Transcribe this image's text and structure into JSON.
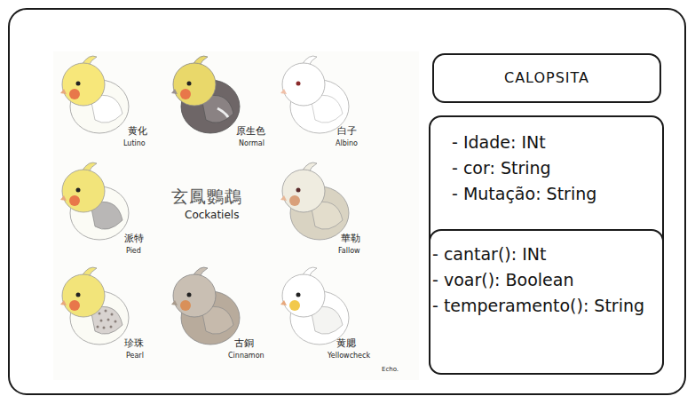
{
  "diagram": {
    "nodes": [
      {
        "text": [
          "CALOPSITA"
        ]
      },
      {
        "text": [
          "- Idade: INt",
          "- cor: String",
          "- Mutação: String"
        ]
      },
      {
        "text": [
          "- cantar(): INt",
          "- voar(): Boolean",
          "- temperamento(): String"
        ],
        "in": 1
      }
    ],
    "labels": [
      "黄化",
      "Lutino",
      "原生色",
      "Normal",
      "白子",
      "Albino",
      "派特",
      "Pied",
      "玄鳳鸚鵡",
      "Cockatiels",
      "華勒",
      "Fallow",
      "珍珠",
      "Pearl",
      "古銅",
      "Cinnamon",
      "黄腮",
      "Yellowcheck",
      "Echo."
    ]
  }
}
